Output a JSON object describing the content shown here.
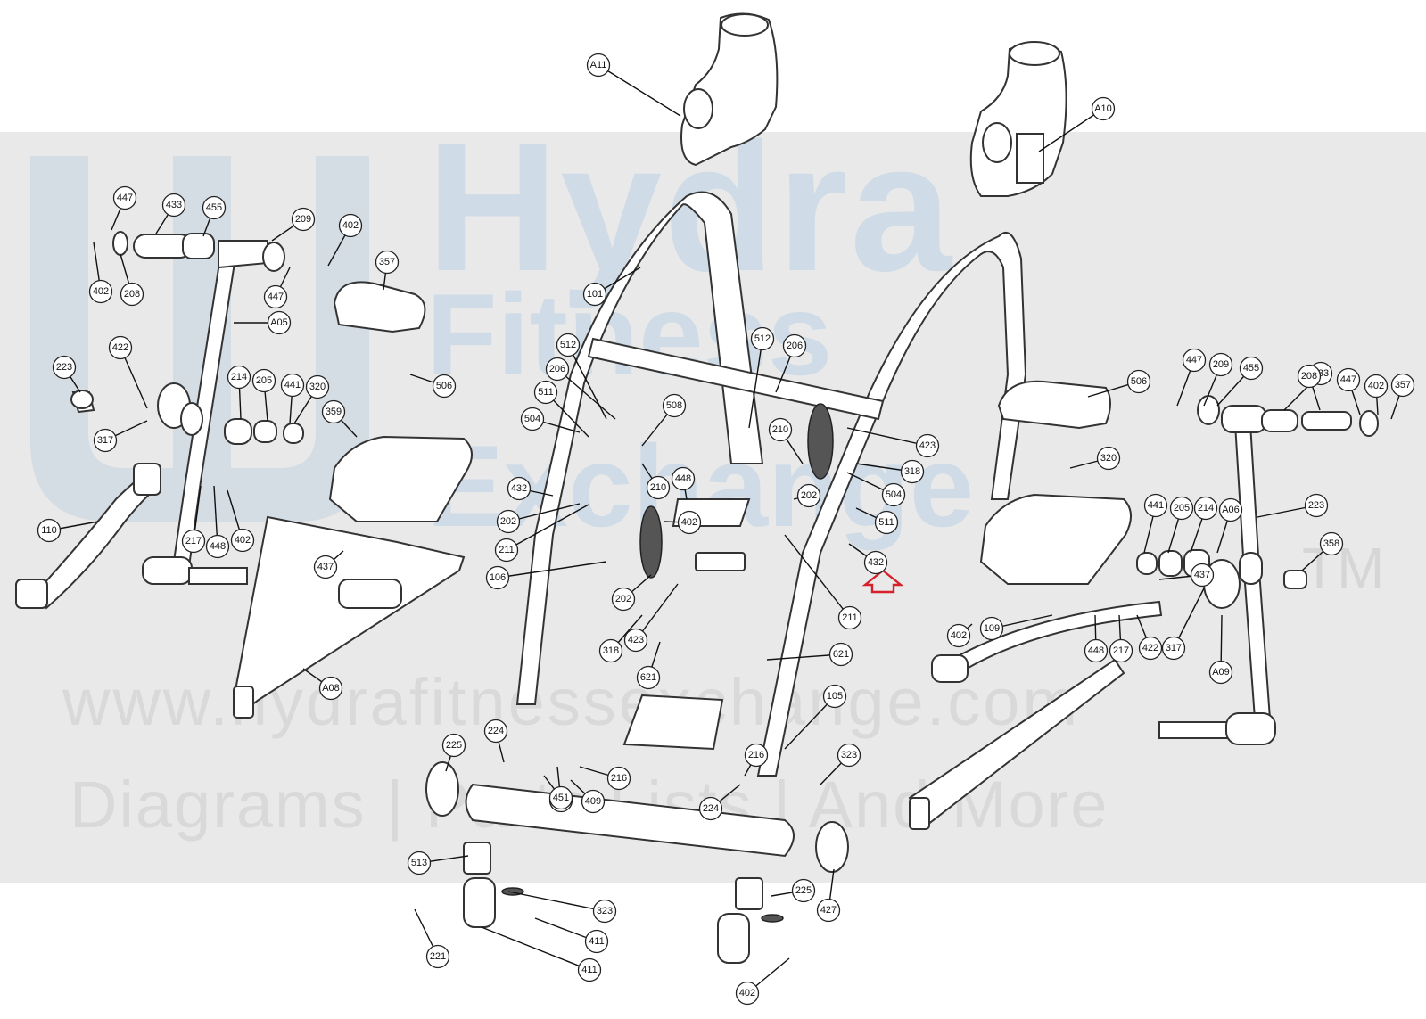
{
  "watermark": {
    "brand_line1": "Hydra",
    "brand_line2": "Fitness",
    "brand_line3": "Exchange",
    "trademark": "TM",
    "url": "www.hydrafitnessexchange.com",
    "tagline": "Diagrams | Parts Lists | And More"
  },
  "colors": {
    "background": "#ffffff",
    "band": "#e9e9e9",
    "watermark": "#cfdbe6",
    "arrow": "#d6202a"
  },
  "callouts": [
    "A11",
    "A10",
    "447",
    "433",
    "455",
    "209",
    "402",
    "402",
    "208",
    "447",
    "357",
    "A05",
    "101",
    "512",
    "512",
    "206",
    "206",
    "422",
    "223",
    "214",
    "205",
    "441",
    "320",
    "506",
    "511",
    "504",
    "508",
    "210",
    "423",
    "317",
    "359",
    "448",
    "210",
    "318",
    "504",
    "432",
    "202",
    "202",
    "402",
    "511",
    "211",
    "110",
    "217",
    "448",
    "402",
    "437",
    "106",
    "202",
    "211",
    "432",
    "A08",
    "318",
    "423",
    "621",
    "621",
    "105",
    "224",
    "225",
    "216",
    "451",
    "409",
    "216",
    "451",
    "224",
    "323",
    "513",
    "323",
    "225",
    "427",
    "411",
    "221",
    "411",
    "402",
    "447",
    "209",
    "455",
    "433",
    "208",
    "447",
    "402",
    "357",
    "506",
    "320",
    "441",
    "205",
    "214",
    "A06",
    "223",
    "358",
    "437",
    "109",
    "402",
    "448",
    "217",
    "422",
    "317",
    "A09"
  ]
}
